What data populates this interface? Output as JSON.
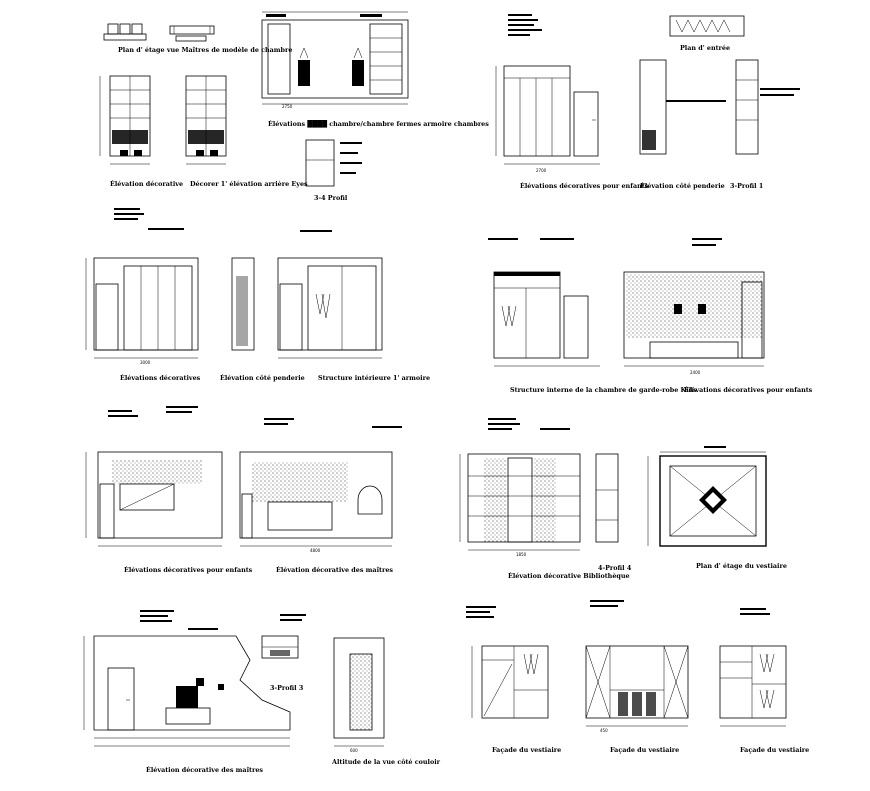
{
  "sheet": {
    "captions": {
      "plan_sitting_room": "Plan d' étage vue Maîtres de modèle de chambre",
      "elev_master_1": "Élévations ████ chambre/chambre fermes armoire chambres",
      "elev_decorative_1": "Élévation décorative",
      "decor_side": "Décorer 1' élévation arrière Eyes",
      "profile_3_4": "3-4 Profil",
      "plan_floor_right": "Plan d' entrée",
      "elev_children_1": "Élévations décoratives pour enfants",
      "elev_side_wardrobe_1": "Élévation côté penderie",
      "profile_3_right": "3-Profil 1",
      "elev_decorative_2": "Élévations décoratives",
      "elev_side_wardrobe_2": "Élévation côté penderie",
      "structure_internal": "Structure intérieure 1' armoire",
      "structure_internal_kids": "Structure interne de la chambre de garde-robe Kids",
      "elev_children_2": "Élévations décoratives pour enfants",
      "elev_children_3": "Élévations décoratives pour enfants",
      "elev_decorative_men": "Élévation décorative des maîtres",
      "elev_library": "Élévation décorative Bibliothèque",
      "profile_4": "4-Profil 4",
      "plan_cloakroom": "Plan d' étage du vestiaire",
      "elev_decorative_men_2": "Élévation décorative des maîtres",
      "profile_3_small": "3-Profil 3",
      "altitude_corridor": "Altitude de la vue côté couloir",
      "facade_cloak_1": "Façade du vestiaire",
      "facade_cloak_2": "Façade du vestiaire",
      "facade_cloak_3": "Façade du vestiaire"
    },
    "dims": {
      "d2750": "2750",
      "d2700": "2700",
      "d4800": "4800",
      "d1850": "1850",
      "d600": "600",
      "d450": "450",
      "d3000": "3000",
      "d2400": "2400"
    }
  }
}
